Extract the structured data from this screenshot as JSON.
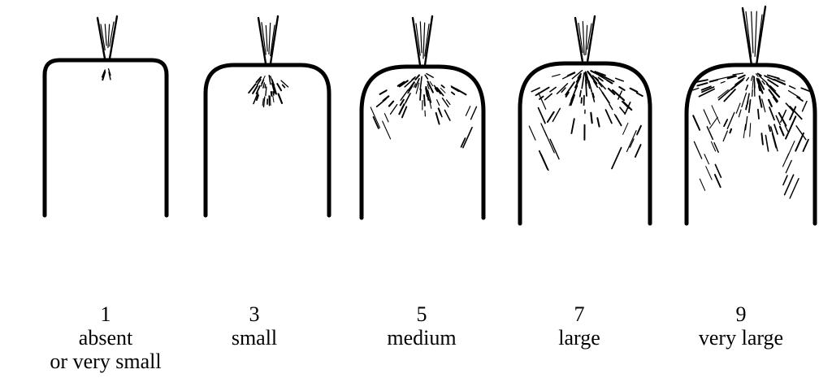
{
  "items": [
    {
      "score": "1",
      "description": "absent\nor very small",
      "description_lines": [
        "absent",
        "or very small"
      ],
      "hair_level": 1
    },
    {
      "score": "3",
      "description": "small",
      "description_lines": [
        "small"
      ],
      "hair_level": 3
    },
    {
      "score": "5",
      "description": "medium",
      "description_lines": [
        "medium"
      ],
      "hair_level": 5
    },
    {
      "score": "7",
      "description": "large",
      "description_lines": [
        "large"
      ],
      "hair_level": 7
    },
    {
      "score": "9",
      "description": "very large",
      "description_lines": [
        "very large"
      ],
      "hair_level": 9
    }
  ]
}
